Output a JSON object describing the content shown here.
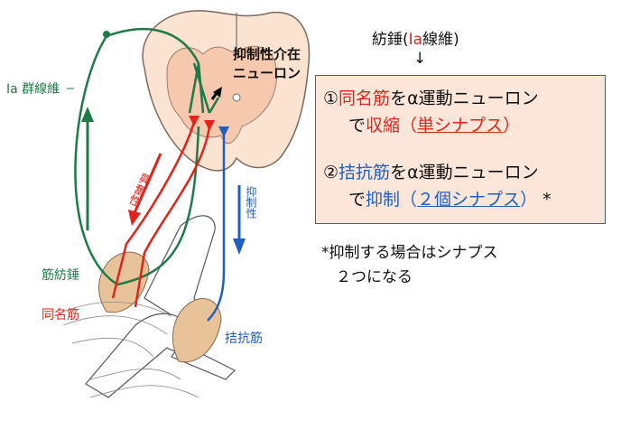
{
  "colors": {
    "excitatory": "#e2231a",
    "inhibitory": "#1f5fbf",
    "afferent": "#1e7a46",
    "box_fill": "#fbe6d9"
  },
  "labels": {
    "ia_fiber": "Ia 群線維",
    "interneuron_line1": "抑制性介在",
    "interneuron_line2": "ニューロン",
    "excitatory": "興奮性",
    "inhibitory": "抑制性",
    "muscle_spindle": "筋紡錘",
    "homonymous_muscle": "同名筋",
    "antagonist_muscle": "拮抗筋"
  },
  "header": {
    "prefix": "紡錘(",
    "ia": "Ia",
    "suffix": "線維)",
    "arrow": "↓"
  },
  "box": {
    "line1": {
      "num": "①",
      "muscle": "同名筋",
      "mid": "をα運動ニューロン"
    },
    "line2": {
      "pre": "で",
      "action": "収縮",
      "open": "（",
      "type": "単シナプス",
      "close": "）"
    },
    "line3": {
      "num": "②",
      "muscle": "拮抗筋",
      "mid": "をα運動ニューロン"
    },
    "line4": {
      "pre": "で",
      "action": "抑制",
      "open": "（",
      "type": "２個シナプス",
      "close": "）",
      "mark": "*"
    }
  },
  "note": {
    "line1": "*抑制する場合はシナプス",
    "line2": "２つになる"
  }
}
